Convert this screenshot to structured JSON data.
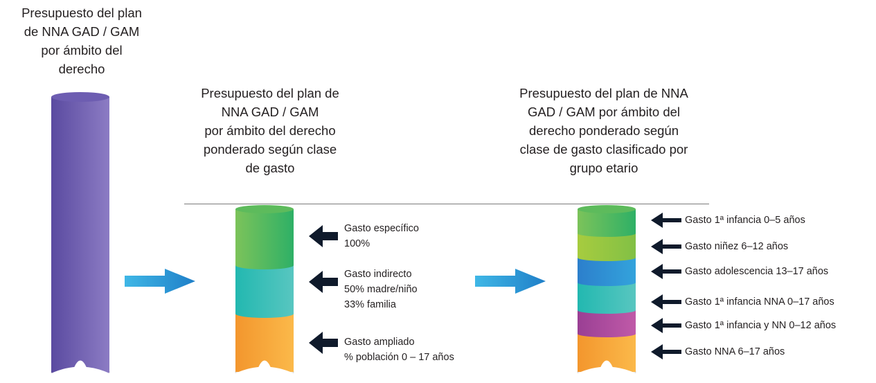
{
  "titles": {
    "col1": [
      "Presupuesto del plan",
      "de NNA GAD / GAM",
      "por ámbito del",
      "derecho"
    ],
    "col2": [
      "Presupuesto del plan de",
      "NNA GAD / GAM",
      "por ámbito del derecho",
      "ponderado según clase",
      "de gasto"
    ],
    "col3": [
      "Presupuesto del plan de NNA",
      "GAD / GAM por ámbito del",
      "derecho ponderado según",
      "clase de gasto clasificado por",
      "grupo etario"
    ]
  },
  "col2_labels": [
    [
      "Gasto específico",
      "100%"
    ],
    [
      "Gasto indirecto",
      "50% madre/niño",
      "33% familia"
    ],
    [
      "Gasto ampliado",
      "% población 0 – 17 años"
    ]
  ],
  "col3_labels": [
    "Gasto 1ª infancia 0–5 años",
    "Gasto niñez 6–12 años",
    "Gasto adolescencia 13–17 años",
    "Gasto 1ª infancia NNA 0–17 años",
    "Gasto 1ª infancia  y NN 0–12 años",
    "Gasto NNA 6–17 años"
  ],
  "colors": {
    "purple": "#6a5aa8",
    "green": "#3db460",
    "teal": "#2fbcb4",
    "orange": "#f6a431",
    "lime": "#8fc43f",
    "blue": "#2a8fd1",
    "magenta": "#b04b9d",
    "arrow_blue": "#2aa0dc",
    "arrow_dark": "#0f1a2b"
  }
}
